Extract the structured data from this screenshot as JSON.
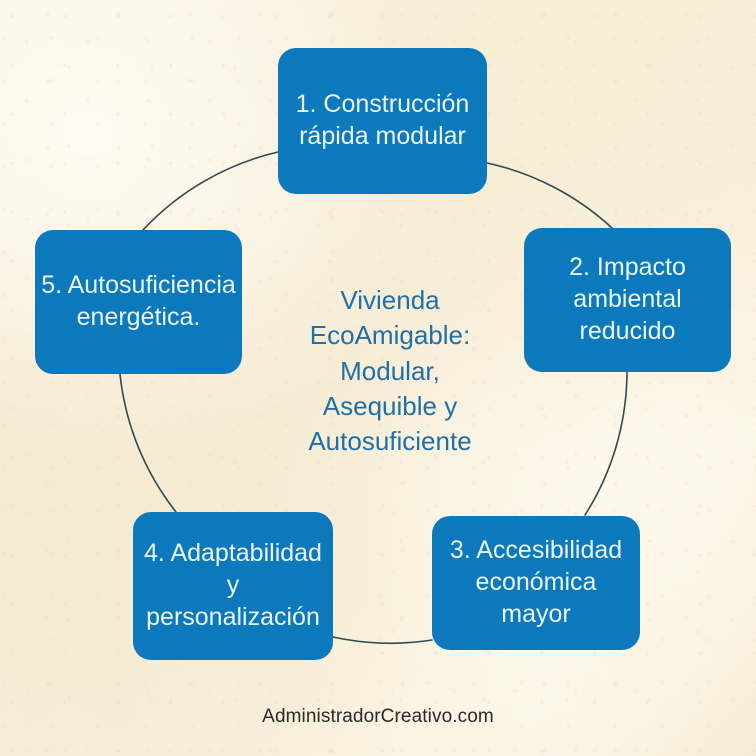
{
  "diagram": {
    "center_label": "Vivienda EcoAmigable: Modular, Asequible y Autosuficiente",
    "nodes": [
      {
        "id": 1,
        "label": "1. Construcción rápida modular"
      },
      {
        "id": 2,
        "label": "2. Impacto ambiental reducido"
      },
      {
        "id": 3,
        "label": "3. Accesibilidad económica mayor"
      },
      {
        "id": 4,
        "label": "4. Adaptabilidad y personalización"
      },
      {
        "id": 5,
        "label": "5. Autosuficiencia energética."
      }
    ],
    "colors": {
      "node_fill": "#0d79bd",
      "node_text": "#eaf6fc",
      "center_text": "#1f6fa8",
      "arc_stroke": "#2e4a52",
      "background": "#f8efda",
      "footer_text": "#2a2a2a"
    }
  },
  "footer": {
    "credit": "AdministradorCreativo.com"
  }
}
